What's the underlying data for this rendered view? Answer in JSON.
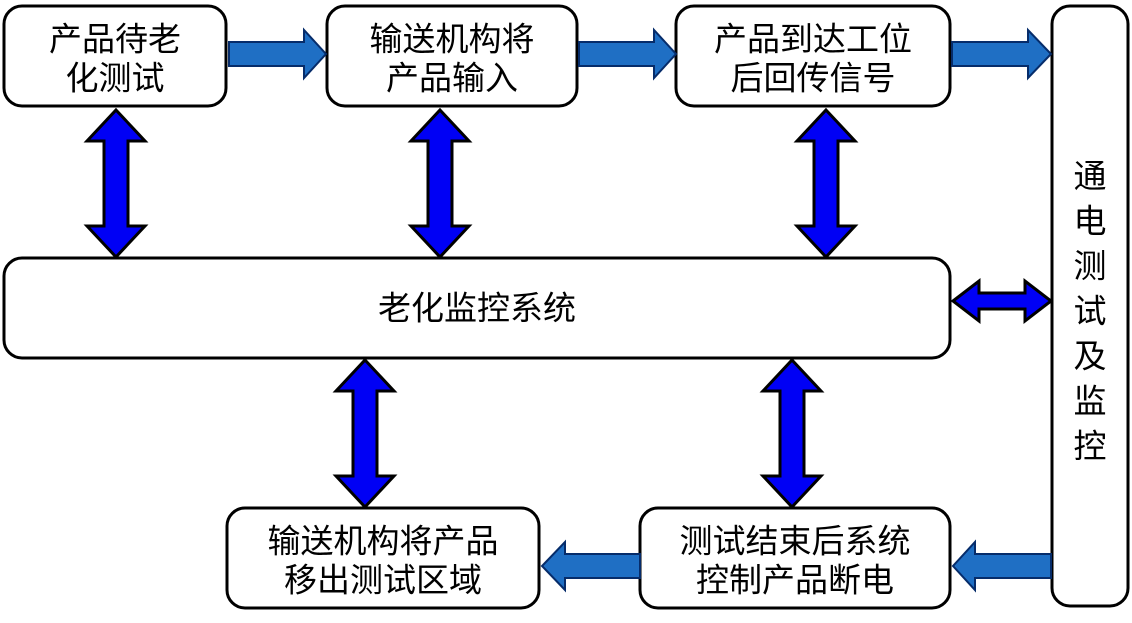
{
  "nodes": {
    "aging_wait": {
      "lines": [
        "产品待老",
        "化测试"
      ]
    },
    "conveyor_input": {
      "lines": [
        "输送机构将",
        "产品输入"
      ]
    },
    "station_signal": {
      "lines": [
        "产品到达工位",
        "后回传信号"
      ]
    },
    "power_test_monitor": {
      "lines": [
        "通",
        "电",
        "测",
        "试",
        "及",
        "监",
        "控"
      ]
    },
    "aging_monitor_system": {
      "label": "老化监控系统"
    },
    "conveyor_output": {
      "lines": [
        "输送机构将产品",
        "移出测试区域"
      ]
    },
    "power_off": {
      "lines": [
        "测试结束后系统",
        "控制产品断电"
      ]
    }
  },
  "colors": {
    "flow_arrow_fill": "#1f6fc4",
    "flow_arrow_edge": "#062c6a",
    "link_arrow_fill": "#0000f5",
    "box_border": "#000000"
  }
}
